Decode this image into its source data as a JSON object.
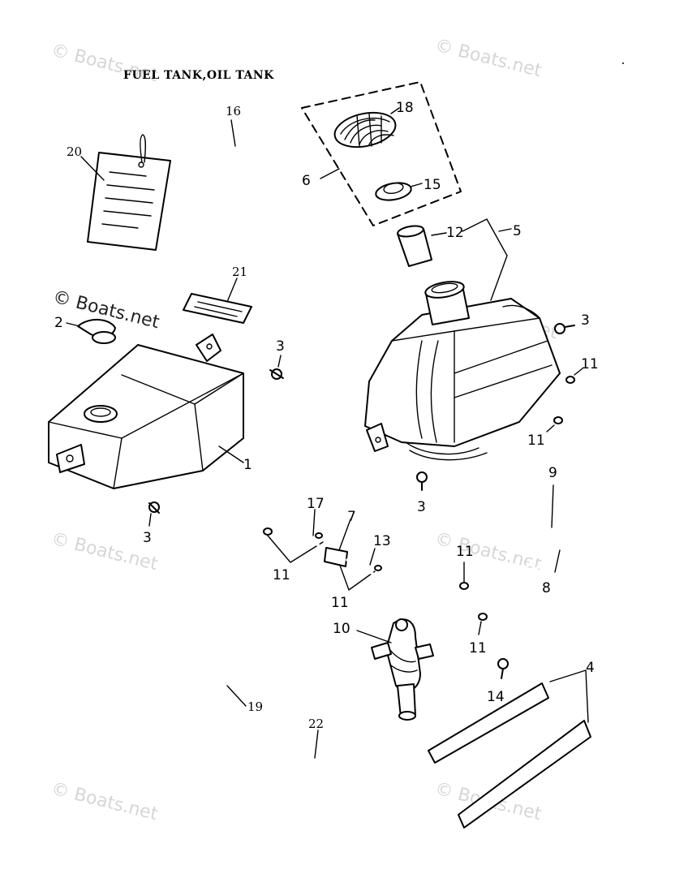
{
  "title": "FUEL TANK,OIL TANK",
  "watermark": {
    "text": "© Boats.net"
  },
  "callouts": {
    "c1": "1",
    "c2": "2",
    "c3a": "3",
    "c3b": "3",
    "c3c": "3",
    "c3d": "3",
    "c4": "4",
    "c5": "5",
    "c6": "6",
    "c7": "7",
    "c8": "8",
    "c9": "9",
    "c10": "10",
    "c11a": "11",
    "c11b": "11",
    "c11c": "11",
    "c11d": "11",
    "c11e": "11",
    "c11f": "11",
    "c12": "12",
    "c13": "13",
    "c14": "14",
    "c15": "15",
    "c16": "16",
    "c17": "17",
    "c18": "18",
    "c19": "19",
    "c20": "20",
    "c21": "21",
    "c22": "22"
  },
  "colors": {
    "ink": "#000000",
    "watermark": "#d6d6d6"
  }
}
